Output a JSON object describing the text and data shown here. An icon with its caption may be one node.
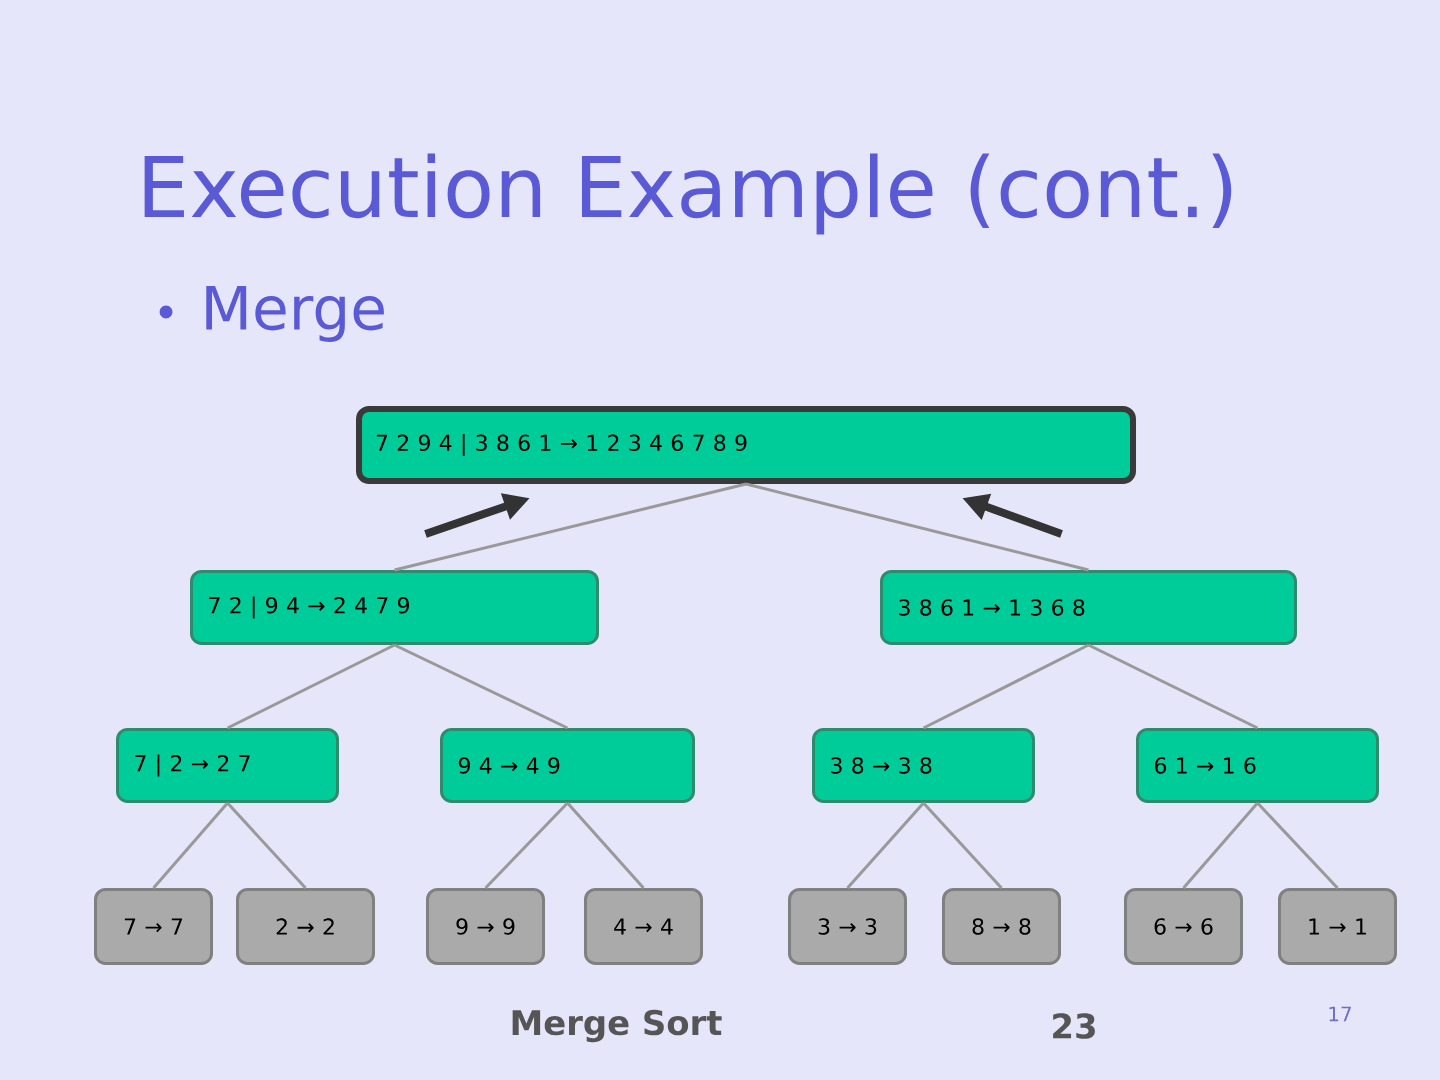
{
  "diagram": {
    "title": "Execution Example (cont.)",
    "nodes": [
      {
        "text": [
          "7 2 9 4 | 3 8 6 1 → 1 2 3 4 6 7 8 9"
        ]
      },
      {
        "text": [
          "7 2 | 9 4 → 2 4 7 9"
        ]
      },
      {
        "text": [
          "3 8 6 1 → 1 3 6 8"
        ]
      },
      {
        "text": [
          "7 | 2 → 2 7"
        ]
      },
      {
        "text": [
          "9 4 → 4 9"
        ]
      },
      {
        "text": [
          "3 8 → 3 8"
        ]
      },
      {
        "text": [
          "6 1 → 1 6"
        ]
      },
      {
        "text": [
          "7 → 7"
        ]
      },
      {
        "text": [
          "2 → 2"
        ]
      },
      {
        "text": [
          "9 → 9"
        ]
      },
      {
        "text": [
          "4 → 4"
        ]
      },
      {
        "text": [
          "3 → 3"
        ]
      },
      {
        "text": [
          "8 → 8"
        ]
      },
      {
        "text": [
          "6 → 6"
        ]
      },
      {
        "text": [
          "1 → 1"
        ]
      }
    ],
    "edges": [
      {
        "from": 0,
        "to": 1,
        "arrow": "none"
      },
      {
        "from": 0,
        "to": 2,
        "arrow": "none"
      },
      {
        "from": 1,
        "to": 3,
        "arrow": "none"
      },
      {
        "from": 1,
        "to": 4,
        "arrow": "none"
      },
      {
        "from": 2,
        "to": 5,
        "arrow": "none"
      },
      {
        "from": 2,
        "to": 6,
        "arrow": "none"
      },
      {
        "from": 3,
        "to": 7,
        "arrow": "none"
      },
      {
        "from": 3,
        "to": 8,
        "arrow": "none"
      },
      {
        "from": 4,
        "to": 9,
        "arrow": "none"
      },
      {
        "from": 4,
        "to": 10,
        "arrow": "none"
      },
      {
        "from": 5,
        "to": 11,
        "arrow": "none"
      },
      {
        "from": 5,
        "to": 12,
        "arrow": "none"
      },
      {
        "from": 6,
        "to": 13,
        "arrow": "none"
      },
      {
        "from": 6,
        "to": 14,
        "arrow": "none"
      },
      {
        "from": 1,
        "to": 0,
        "arrow": "to",
        "style": "thick",
        "color": "#333333"
      },
      {
        "from": 2,
        "to": 0,
        "arrow": "to",
        "style": "thick",
        "color": "#333333"
      }
    ],
    "labels": [
      "Merge",
      "Merge Sort",
      "23",
      "17"
    ]
  }
}
